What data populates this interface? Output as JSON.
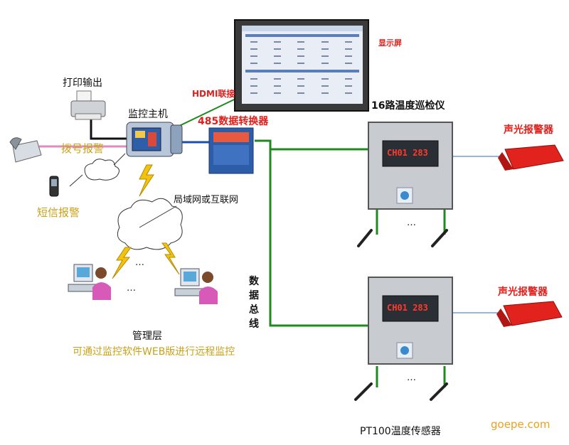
{
  "labels": {
    "printer": "打印输出",
    "host": "监控主机",
    "dial_alarm": "拨号报警",
    "sms_alarm": "短信报警",
    "lan": "局域网或互联网",
    "hdmi": "HDMI联接",
    "converter": "485数据转换器",
    "display": "显示屏",
    "inspector": "16路温度巡检仪",
    "alarm_top": "声光报警器",
    "alarm_bottom": "声光报警器",
    "bus": "数据总线",
    "management": "管理层",
    "remote": "可通过监控软件WEB版进行远程监控",
    "sensor": "PT100温度传感器",
    "watermark": "goepe.com",
    "ellipsis": "…",
    "ellipsis3": "…  …"
  },
  "device_display": {
    "readout": "CH01 283"
  },
  "colors": {
    "bus_line": "#1f8a1f",
    "usb_line": "#1a4fb0",
    "alarm_red": "#e0201c",
    "gold_text": "#c9a11a",
    "watermark": "#e8a21e"
  }
}
